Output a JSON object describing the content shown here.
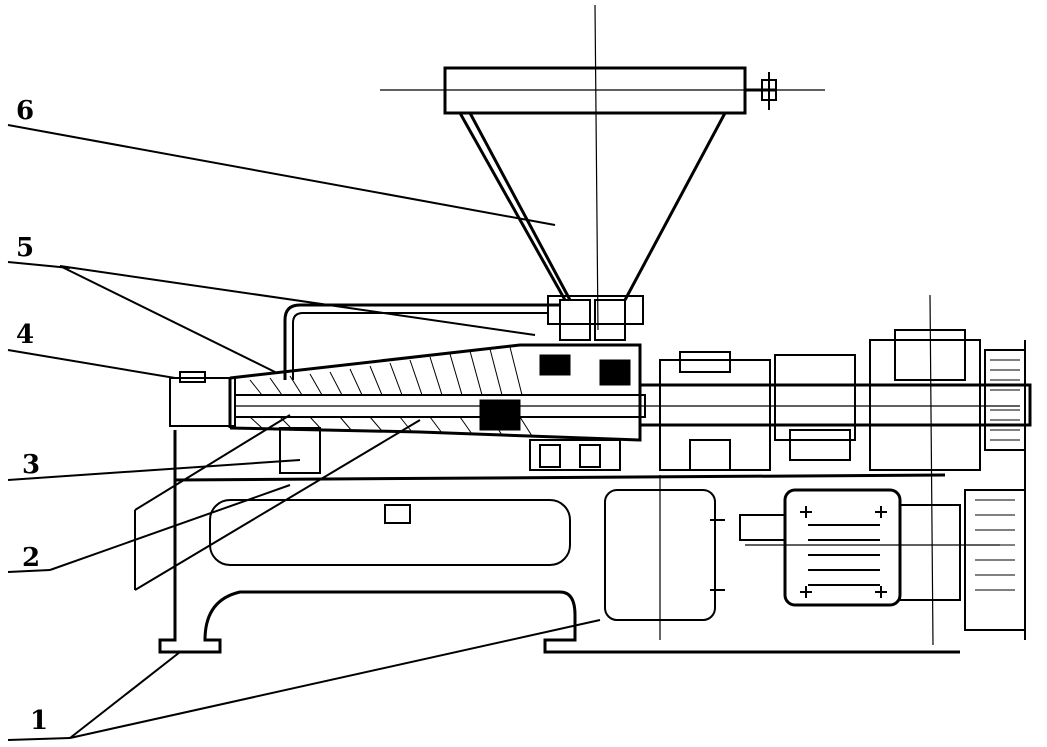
{
  "figure": {
    "callouts": [
      {
        "id": "1",
        "label": "1"
      },
      {
        "id": "2",
        "label": "2"
      },
      {
        "id": "3",
        "label": "3"
      },
      {
        "id": "4",
        "label": "4"
      },
      {
        "id": "5",
        "label": "5"
      },
      {
        "id": "6",
        "label": "6"
      }
    ]
  }
}
